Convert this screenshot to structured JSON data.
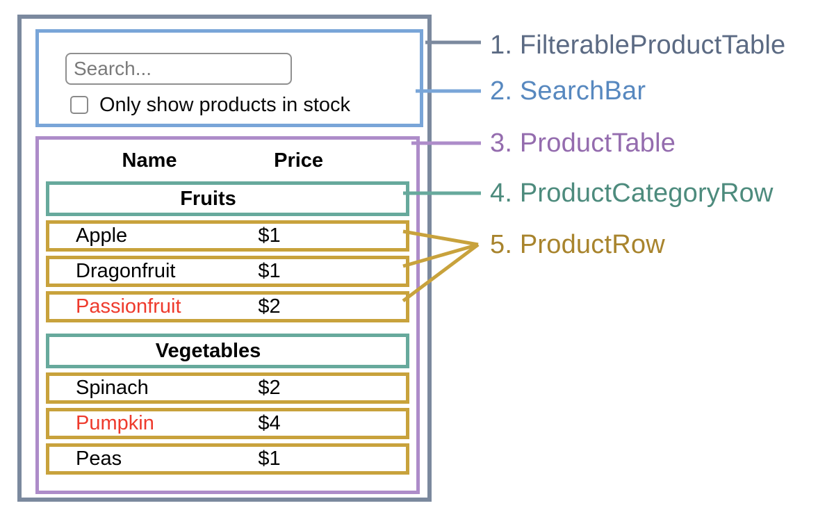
{
  "search_bar": {
    "placeholder": "Search...",
    "checkbox_label": "Only show products in stock",
    "checkbox_checked": false
  },
  "table": {
    "headers": {
      "name": "Name",
      "price": "Price"
    },
    "sections": [
      {
        "category": "Fruits",
        "rows": [
          {
            "name": "Apple",
            "price": "$1",
            "name_color": "#000000"
          },
          {
            "name": "Dragonfruit",
            "price": "$1",
            "name_color": "#000000"
          },
          {
            "name": "Passionfruit",
            "price": "$2",
            "name_color": "#ee3a2c"
          }
        ]
      },
      {
        "category": "Vegetables",
        "rows": [
          {
            "name": "Spinach",
            "price": "$2",
            "name_color": "#000000"
          },
          {
            "name": "Pumpkin",
            "price": "$4",
            "name_color": "#ee3a2c"
          },
          {
            "name": "Peas",
            "price": "$1",
            "name_color": "#000000"
          }
        ]
      }
    ]
  },
  "diagram": {
    "labels": [
      {
        "num": "1.",
        "name": "FilterableProductTable",
        "color": "#5b6a83"
      },
      {
        "num": "2.",
        "name": "SearchBar",
        "color": "#5788bf"
      },
      {
        "num": "3.",
        "name": "ProductTable",
        "color": "#946cae"
      },
      {
        "num": "4.",
        "name": "ProductCategoryRow",
        "color": "#4d8b7d"
      },
      {
        "num": "5.",
        "name": "ProductRow",
        "color": "#a8842d"
      }
    ]
  },
  "palette": {
    "outer_border": "#7b899e",
    "searchbar_border": "#79a5d8",
    "product_table_border": "#ad8cc9",
    "category_border": "#67a99c",
    "product_row_border": "#c8a23c",
    "out_of_stock_text": "#ee3a2c"
  }
}
